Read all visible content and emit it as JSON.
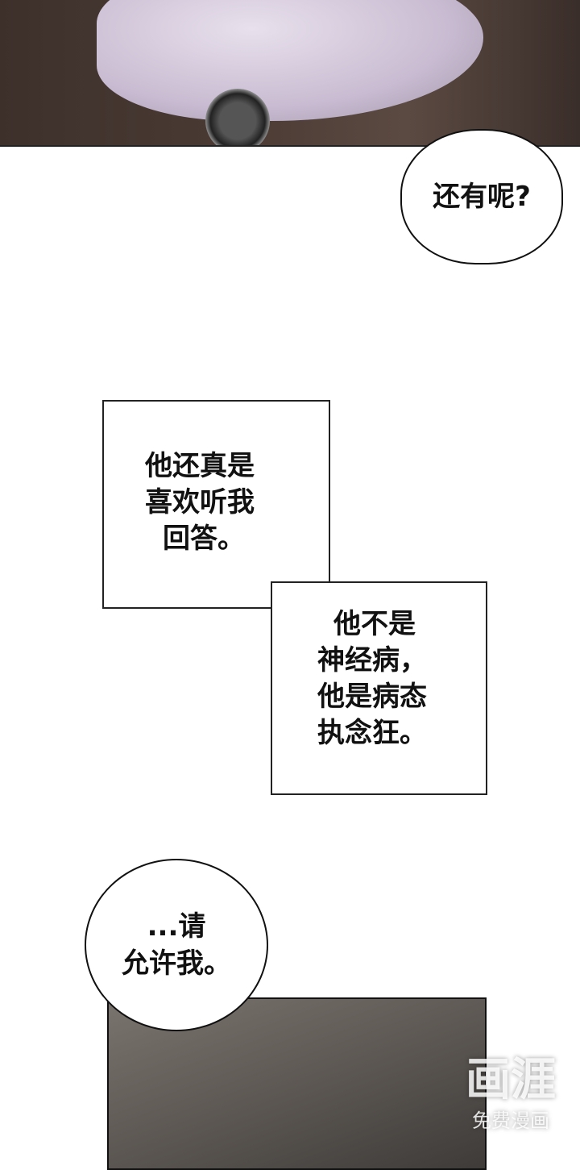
{
  "bubble_top": {
    "text": "还有呢?"
  },
  "narration_1": {
    "lines": [
      "他还真是",
      "喜欢听我",
      "回答。"
    ]
  },
  "narration_2": {
    "lines": [
      "他不是",
      "神经病，",
      "他是病态",
      "执念狂。"
    ]
  },
  "bubble_bottom": {
    "lines": [
      "...请",
      "允许我。"
    ]
  },
  "watermark": {
    "logo": "画涯",
    "tagline": "免费漫画"
  }
}
